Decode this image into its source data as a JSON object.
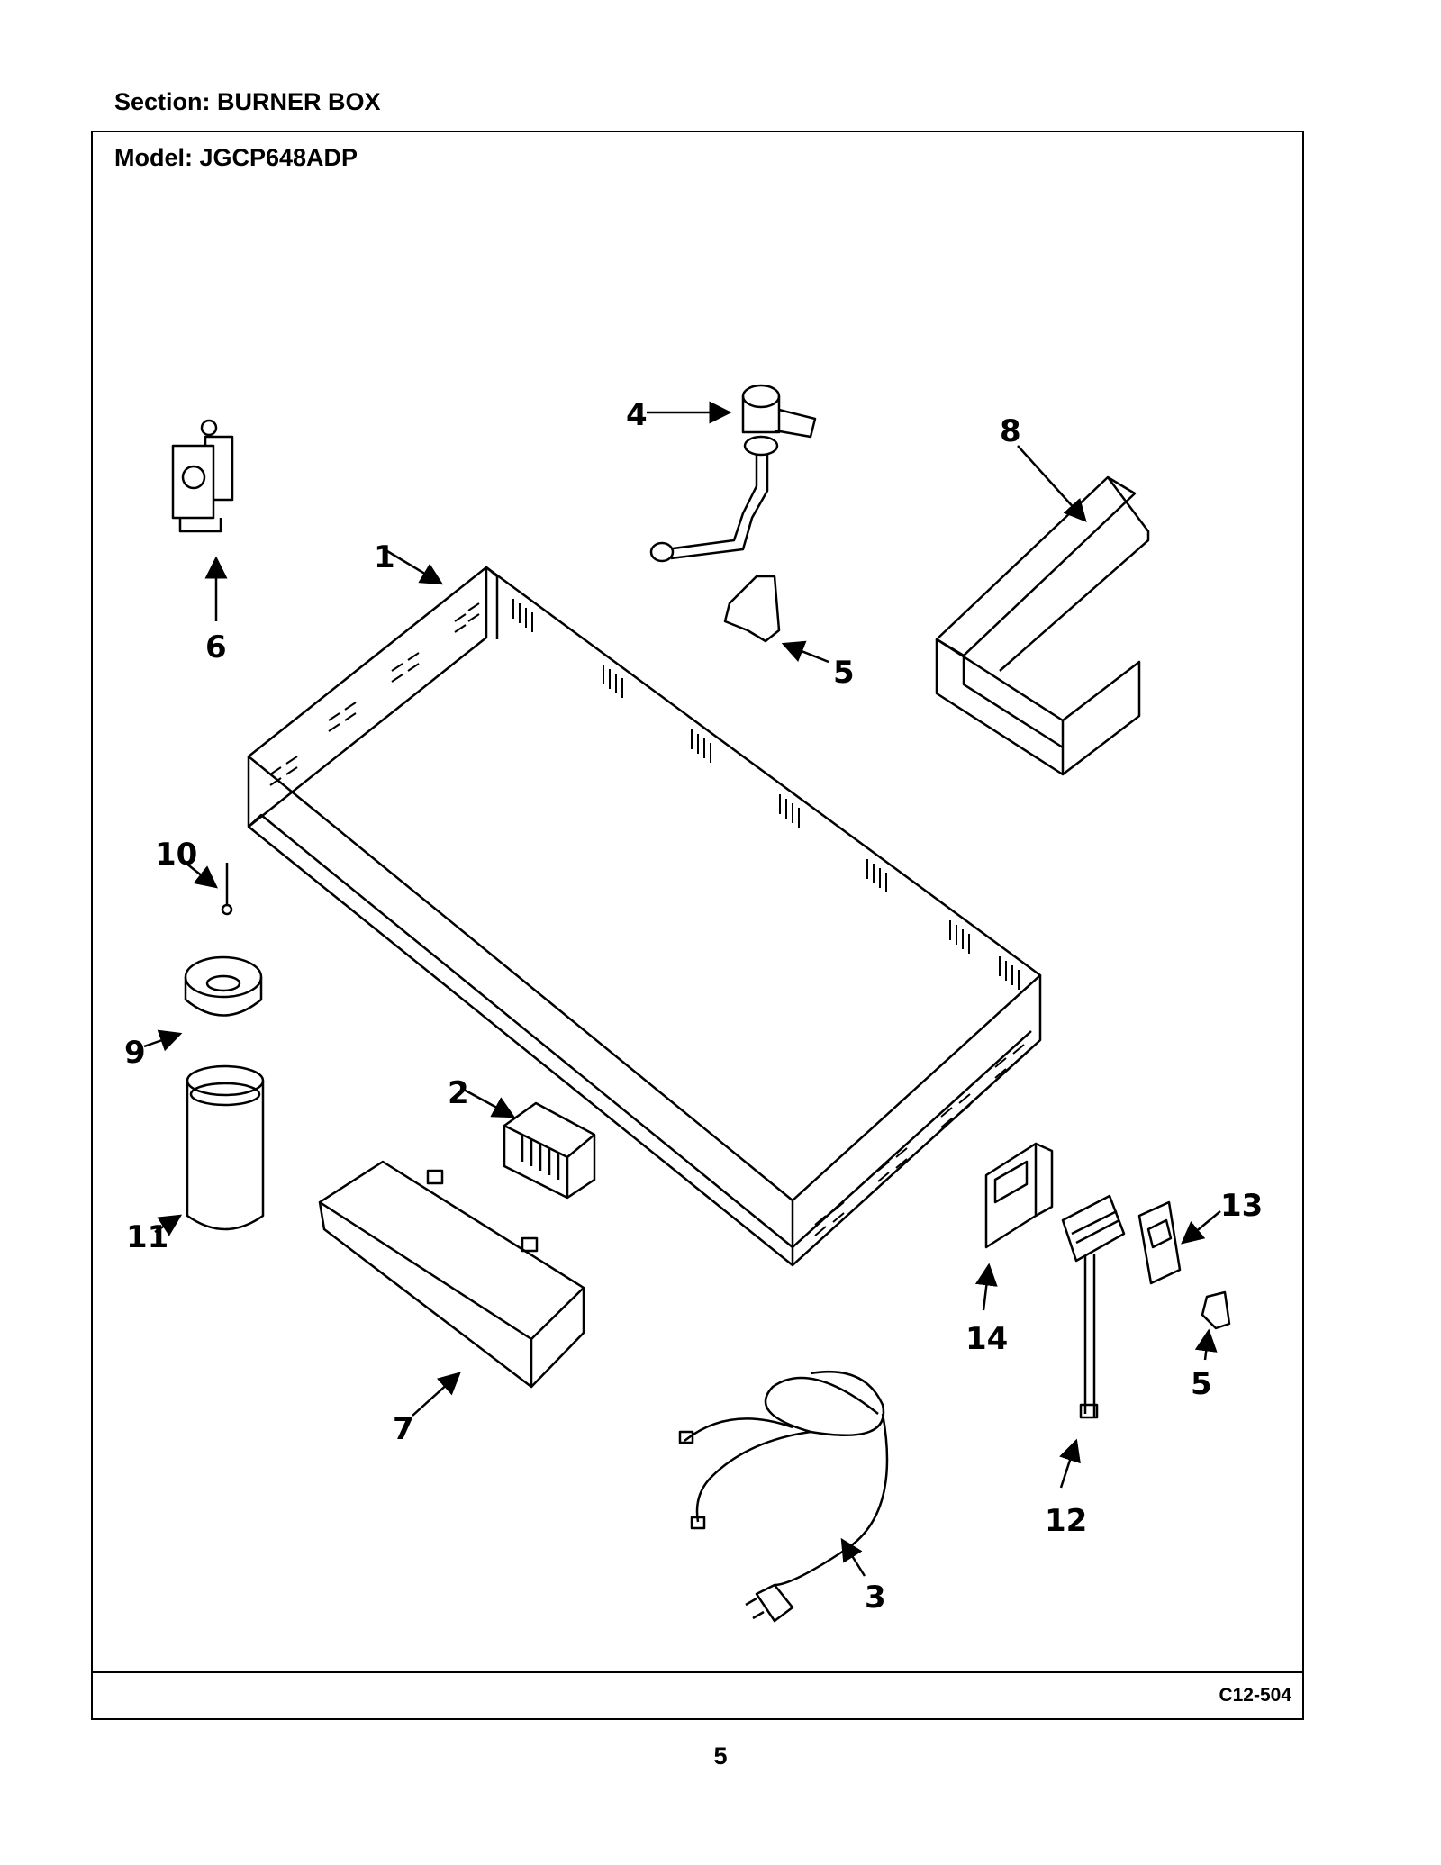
{
  "header": {
    "section": "Section:  BURNER BOX",
    "model": "Model:  JGCP648ADP"
  },
  "footer": {
    "diagram_code": "C12-504",
    "page_number": "5"
  },
  "callouts": {
    "c1": "1",
    "c2": "2",
    "c3": "3",
    "c4": "4",
    "c5a": "5",
    "c5b": "5",
    "c6": "6",
    "c7": "7",
    "c8": "8",
    "c9": "9",
    "c10": "10",
    "c11": "11",
    "c12": "12",
    "c13": "13",
    "c14": "14"
  }
}
